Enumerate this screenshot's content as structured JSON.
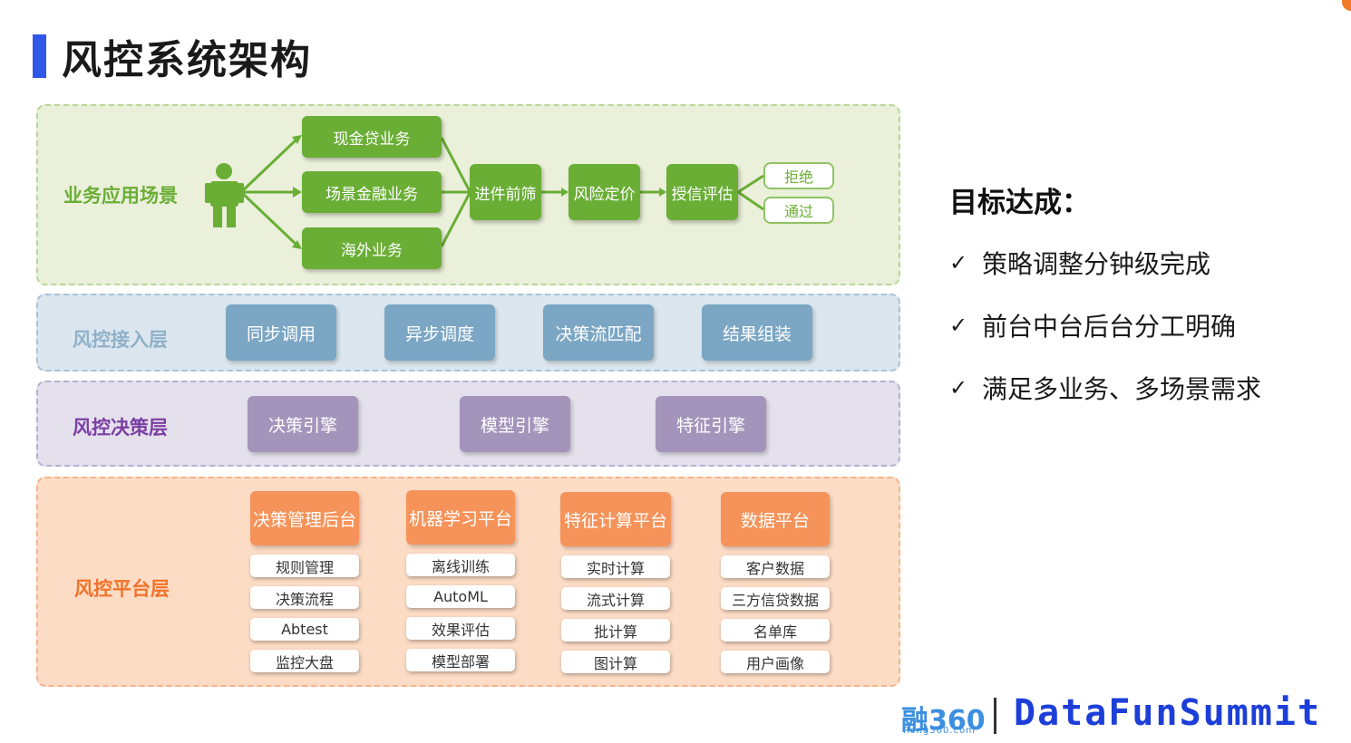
{
  "title": "风控系统架构",
  "layers": {
    "business": {
      "label": "业务应用场景",
      "products": [
        "现金贷业务",
        "场景金融业务",
        "海外业务"
      ],
      "steps": [
        "进件前筛",
        "风险定价",
        "授信评估"
      ],
      "outcomes": [
        "拒绝",
        "通过"
      ]
    },
    "access": {
      "label": "风控接入层",
      "items": [
        "同步调用",
        "异步调度",
        "决策流匹配",
        "结果组装"
      ]
    },
    "decision": {
      "label": "风控决策层",
      "items": [
        "决策引擎",
        "模型引擎",
        "特征引擎"
      ]
    },
    "platform": {
      "label": "风控平台层",
      "columns": [
        {
          "header": "决策管理后台",
          "items": [
            "规则管理",
            "决策流程",
            "Abtest",
            "监控大盘"
          ]
        },
        {
          "header": "机器学习平台",
          "items": [
            "离线训练",
            "AutoML",
            "效果评估",
            "模型部署"
          ]
        },
        {
          "header": "特征计算平台",
          "items": [
            "实时计算",
            "流式计算",
            "批计算",
            "图计算"
          ]
        },
        {
          "header": "数据平台",
          "items": [
            "客户数据",
            "三方信贷数据",
            "名单库",
            "用户画像"
          ]
        }
      ]
    }
  },
  "goals": {
    "title": "目标达成：",
    "check_symbol": "✓",
    "items": [
      "策略调整分钟级完成",
      "前台中台后台分工明确",
      "满足多业务、多场景需求"
    ]
  },
  "footer": {
    "logo_rong": "融360",
    "logo_rong_sub": "Rong360.com",
    "logo_datafun": "DataFunSummit"
  },
  "colors": {
    "title_bar": "#2f57e8",
    "business_bg": "#eaf0da",
    "business_label": "#6aae35",
    "access_bg": "#dbe6ee",
    "access_label": "#8fb1c9",
    "decision_bg": "#e4e0ec",
    "decision_label": "#7b3fa3",
    "platform_bg": "#fddcc5",
    "platform_label": "#f0732a"
  }
}
